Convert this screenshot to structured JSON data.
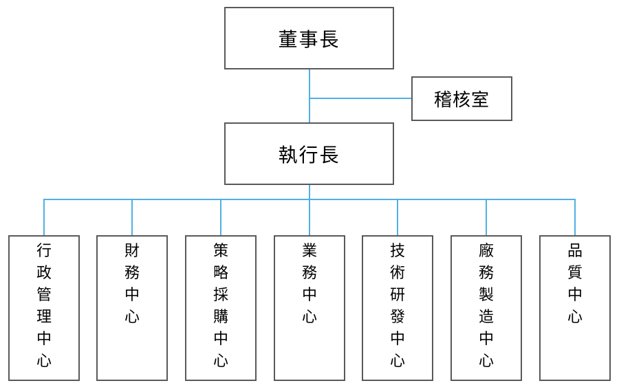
{
  "colors": {
    "line": "#4EB0E4",
    "box_border": "#595959",
    "text": "#000000",
    "background": "#FFFFFF"
  },
  "org": {
    "chairman": {
      "label": "董事長"
    },
    "audit": {
      "label": "稽核室"
    },
    "ceo": {
      "label": "執行長"
    },
    "departments": [
      {
        "label": "行政管理中心"
      },
      {
        "label": "財務中心"
      },
      {
        "label": "策略採購中心"
      },
      {
        "label": "業務中心"
      },
      {
        "label": "技術研發中心"
      },
      {
        "label": "廠務製造中心"
      },
      {
        "label": "品質中心"
      }
    ]
  }
}
